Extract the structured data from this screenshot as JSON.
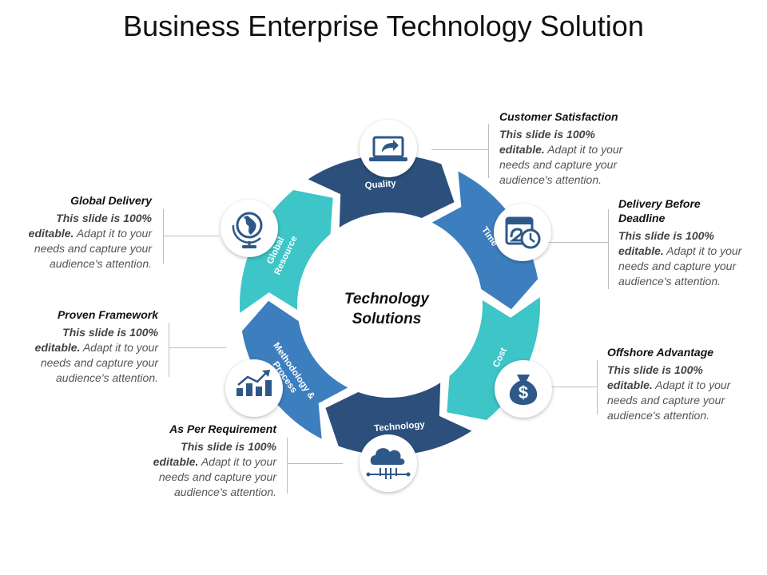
{
  "title": "Business Enterprise Technology Solution",
  "center_label": [
    "Technology",
    "Solutions"
  ],
  "colors": {
    "dark": "#2c4f7c",
    "mid": "#3d7ebf",
    "teal": "#3ec5c7",
    "icon": "#2e5888"
  },
  "segments": [
    {
      "label": [
        "Quality"
      ],
      "color": "dark"
    },
    {
      "label": [
        "Time"
      ],
      "color": "mid"
    },
    {
      "label": [
        "Cost"
      ],
      "color": "teal"
    },
    {
      "label": [
        "Technology"
      ],
      "color": "dark"
    },
    {
      "label": [
        "Methodology &",
        "Process"
      ],
      "color": "mid"
    },
    {
      "label": [
        "Global",
        "Resource"
      ],
      "color": "teal"
    }
  ],
  "icons": [
    "laptop-share-icon",
    "calendar-clock-icon",
    "money-bag-icon",
    "cloud-network-icon",
    "bar-chart-growth-icon",
    "globe-icon"
  ],
  "blocks": [
    {
      "heading": [
        "Customer Satisfaction"
      ],
      "bold": "This slide is 100% editable.",
      "body": "Adapt it to your needs and capture your audience's attention.",
      "lines": [
        "This slide is 100%",
        "editable.",
        " Adapt it to your",
        "needs and capture your",
        "audience's attention."
      ]
    },
    {
      "heading": [
        "Delivery Before",
        "Deadline"
      ],
      "lines": [
        "This slide is 100%",
        "editable.",
        " Adapt it to your",
        "needs and capture your",
        "audience's attention."
      ]
    },
    {
      "heading": [
        "Offshore Advantage"
      ],
      "lines": [
        "This slide is 100%",
        "editable.",
        " Adapt it to your",
        "needs and capture your",
        "audience's attention."
      ]
    },
    {
      "heading": [
        "Global Delivery"
      ],
      "lines": [
        "This slide is 100%",
        "editable.",
        " Adapt it to your",
        "needs and capture your",
        "audience's attention."
      ]
    },
    {
      "heading": [
        "Proven Framework"
      ],
      "lines": [
        "This slide is 100%",
        "editable.",
        " Adapt it to your",
        "needs and capture your",
        "audience's attention."
      ]
    },
    {
      "heading": [
        "As Per Requirement"
      ],
      "lines": [
        "This slide is 100%",
        "editable.",
        " Adapt it to your",
        "needs and capture your",
        "audience's attention."
      ]
    }
  ]
}
